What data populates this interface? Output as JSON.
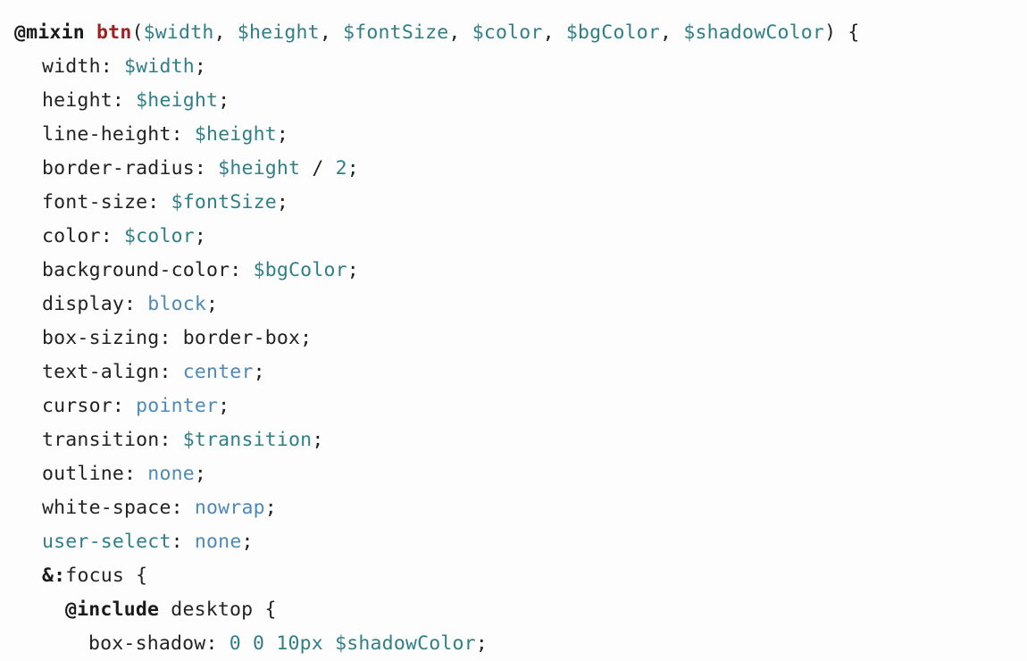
{
  "editor": {
    "language": "scss",
    "background_color": "#fdfdfd",
    "colors": {
      "text": "#222222",
      "at_rule": "#1a1a1a",
      "function_name": "#a02020",
      "variable": "#2f7f87",
      "number": "#2f7f87",
      "keyword_value": "#4d8ab8"
    }
  },
  "code": {
    "lines": [
      {
        "indent": 0,
        "tokens": [
          {
            "t": "@mixin",
            "c": "atrule"
          },
          {
            "t": " ",
            "c": "plain"
          },
          {
            "t": "btn",
            "c": "func"
          },
          {
            "t": "(",
            "c": "punct"
          },
          {
            "t": "$width",
            "c": "var"
          },
          {
            "t": ", ",
            "c": "punct"
          },
          {
            "t": "$height",
            "c": "var"
          },
          {
            "t": ", ",
            "c": "punct"
          },
          {
            "t": "$fontSize",
            "c": "var"
          },
          {
            "t": ", ",
            "c": "punct"
          },
          {
            "t": "$color",
            "c": "var"
          },
          {
            "t": ", ",
            "c": "punct"
          },
          {
            "t": "$bgColor",
            "c": "var"
          },
          {
            "t": ", ",
            "c": "punct"
          },
          {
            "t": "$shadowColor",
            "c": "var"
          },
          {
            "t": ") {",
            "c": "punct"
          }
        ]
      },
      {
        "indent": 1,
        "tokens": [
          {
            "t": "width: ",
            "c": "prop"
          },
          {
            "t": "$width",
            "c": "var"
          },
          {
            "t": ";",
            "c": "punct"
          }
        ]
      },
      {
        "indent": 1,
        "tokens": [
          {
            "t": "height: ",
            "c": "prop"
          },
          {
            "t": "$height",
            "c": "var"
          },
          {
            "t": ";",
            "c": "punct"
          }
        ]
      },
      {
        "indent": 1,
        "tokens": [
          {
            "t": "line-height: ",
            "c": "prop"
          },
          {
            "t": "$height",
            "c": "var"
          },
          {
            "t": ";",
            "c": "punct"
          }
        ]
      },
      {
        "indent": 1,
        "tokens": [
          {
            "t": "border-radius: ",
            "c": "prop"
          },
          {
            "t": "$height",
            "c": "var"
          },
          {
            "t": " / ",
            "c": "punct"
          },
          {
            "t": "2",
            "c": "num"
          },
          {
            "t": ";",
            "c": "punct"
          }
        ]
      },
      {
        "indent": 1,
        "tokens": [
          {
            "t": "font-size: ",
            "c": "prop"
          },
          {
            "t": "$fontSize",
            "c": "var"
          },
          {
            "t": ";",
            "c": "punct"
          }
        ]
      },
      {
        "indent": 1,
        "tokens": [
          {
            "t": "color: ",
            "c": "prop"
          },
          {
            "t": "$color",
            "c": "var"
          },
          {
            "t": ";",
            "c": "punct"
          }
        ]
      },
      {
        "indent": 1,
        "tokens": [
          {
            "t": "background-color: ",
            "c": "prop"
          },
          {
            "t": "$bgColor",
            "c": "var"
          },
          {
            "t": ";",
            "c": "punct"
          }
        ]
      },
      {
        "indent": 1,
        "tokens": [
          {
            "t": "display: ",
            "c": "prop"
          },
          {
            "t": "block",
            "c": "keyword"
          },
          {
            "t": ";",
            "c": "punct"
          }
        ]
      },
      {
        "indent": 1,
        "tokens": [
          {
            "t": "box-sizing: border-box;",
            "c": "prop"
          }
        ]
      },
      {
        "indent": 1,
        "tokens": [
          {
            "t": "text-align: ",
            "c": "prop"
          },
          {
            "t": "center",
            "c": "keyword"
          },
          {
            "t": ";",
            "c": "punct"
          }
        ]
      },
      {
        "indent": 1,
        "tokens": [
          {
            "t": "cursor: ",
            "c": "prop"
          },
          {
            "t": "pointer",
            "c": "keyword"
          },
          {
            "t": ";",
            "c": "punct"
          }
        ]
      },
      {
        "indent": 1,
        "tokens": [
          {
            "t": "transition: ",
            "c": "prop"
          },
          {
            "t": "$transition",
            "c": "var"
          },
          {
            "t": ";",
            "c": "punct"
          }
        ]
      },
      {
        "indent": 1,
        "tokens": [
          {
            "t": "outline: ",
            "c": "prop"
          },
          {
            "t": "none",
            "c": "keyword"
          },
          {
            "t": ";",
            "c": "punct"
          }
        ]
      },
      {
        "indent": 1,
        "tokens": [
          {
            "t": "white-space: ",
            "c": "prop"
          },
          {
            "t": "nowrap",
            "c": "keyword"
          },
          {
            "t": ";",
            "c": "punct"
          }
        ]
      },
      {
        "indent": 1,
        "tokens": [
          {
            "t": "user-select",
            "c": "propteal"
          },
          {
            "t": ": ",
            "c": "punct"
          },
          {
            "t": "none",
            "c": "keyword"
          },
          {
            "t": ";",
            "c": "punct"
          }
        ]
      },
      {
        "indent": 1,
        "tokens": [
          {
            "t": "&:",
            "c": "amp"
          },
          {
            "t": "focus {",
            "c": "selector"
          }
        ]
      },
      {
        "indent": 2,
        "tokens": [
          {
            "t": "@include",
            "c": "atrule"
          },
          {
            "t": " desktop {",
            "c": "plain"
          }
        ]
      },
      {
        "indent": 3,
        "tokens": [
          {
            "t": "box-shadow: ",
            "c": "prop"
          },
          {
            "t": "0",
            "c": "num"
          },
          {
            "t": " ",
            "c": "punct"
          },
          {
            "t": "0",
            "c": "num"
          },
          {
            "t": " ",
            "c": "punct"
          },
          {
            "t": "10px",
            "c": "num"
          },
          {
            "t": " ",
            "c": "punct"
          },
          {
            "t": "$shadowColor",
            "c": "var"
          },
          {
            "t": ";",
            "c": "punct"
          }
        ]
      }
    ]
  }
}
